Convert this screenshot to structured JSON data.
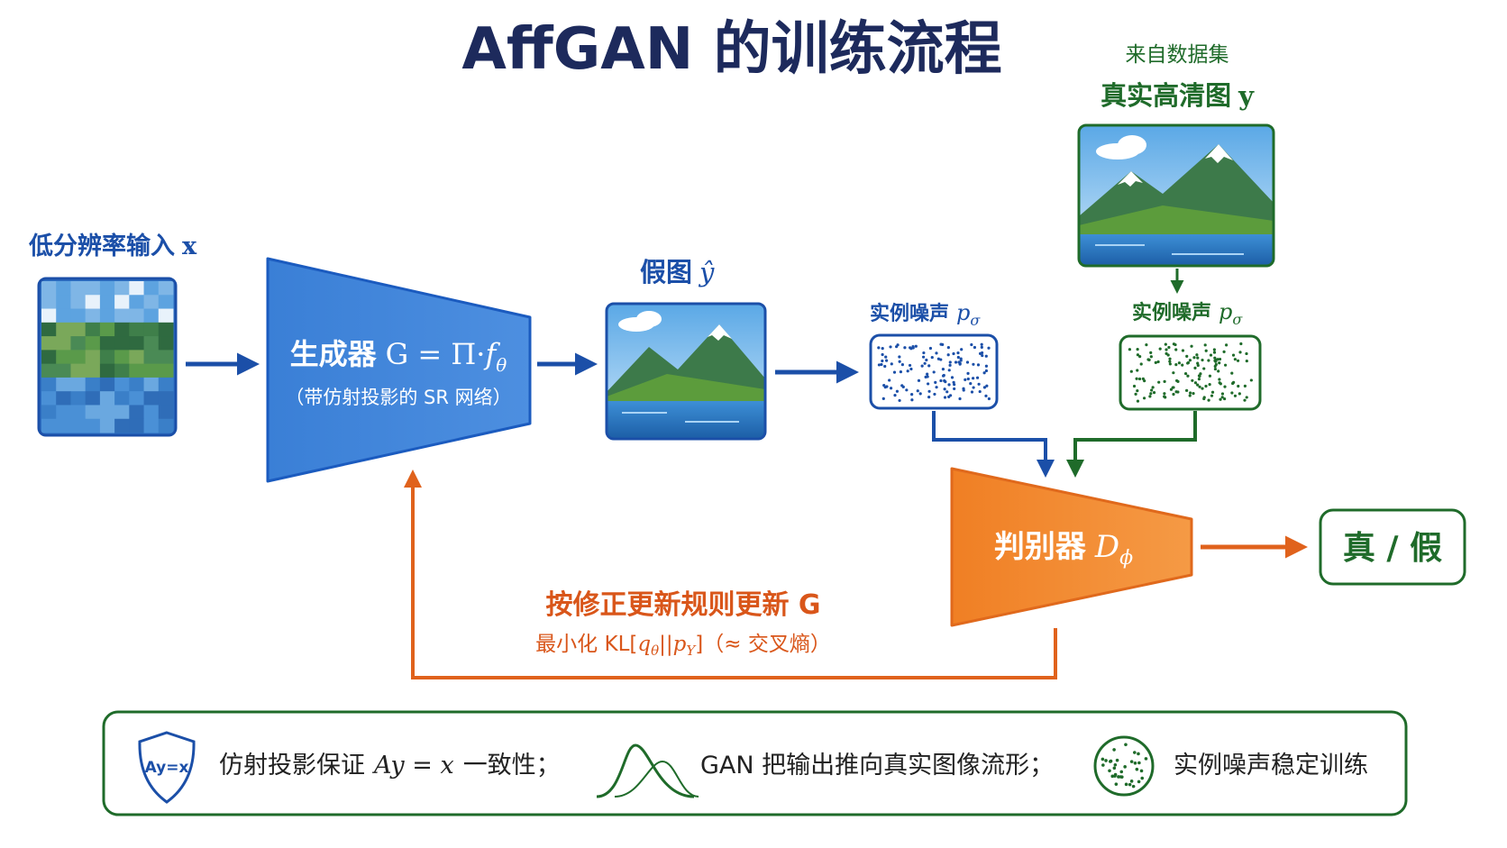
{
  "title": "AffGAN 的训练流程",
  "input": {
    "label_cn": "低分辨率输入",
    "label_var": "x"
  },
  "generator": {
    "label_cn": "生成器",
    "formula_lhs": "G = Π·",
    "formula_f": "f",
    "formula_sub": "θ",
    "subtitle": "（带仿射投影的 SR 网络）"
  },
  "fake": {
    "label_cn": "假图",
    "label_var": "ŷ"
  },
  "real": {
    "source": "来自数据集",
    "label_cn": "真实高清图",
    "label_var": "y"
  },
  "noise_fake": {
    "label_cn": "实例噪声",
    "label_var": "p",
    "label_sub": "σ"
  },
  "noise_real": {
    "label_cn": "实例噪声",
    "label_var": "p",
    "label_sub": "σ"
  },
  "discriminator": {
    "label_cn": "判别器",
    "label_var": "D",
    "label_sub": "ϕ"
  },
  "output": {
    "label": "真 / 假"
  },
  "feedback": {
    "line1": "按修正更新规则更新 G",
    "line2_prefix": "最小化 KL[",
    "line2_q": "q",
    "line2_q_sub": "θ",
    "line2_mid": "||",
    "line2_p": "p",
    "line2_p_sub": "Y",
    "line2_suffix": "]（≈ 交叉熵）"
  },
  "legend": {
    "shield_text": "Ay=x",
    "item1_prefix": "仿射投影保证",
    "item1_math": "Ay = x",
    "item1_suffix": "一致性；",
    "item2": "GAN 把输出推向真实图像流形；",
    "item3": "实例噪声稳定训练"
  },
  "colors": {
    "blue": "#3b7fd4",
    "blue_dark": "#1b4fa8",
    "green": "#1f6b2a",
    "orange": "#f08a33",
    "orange_dark": "#d9561a",
    "title": "#1d2a5c"
  }
}
